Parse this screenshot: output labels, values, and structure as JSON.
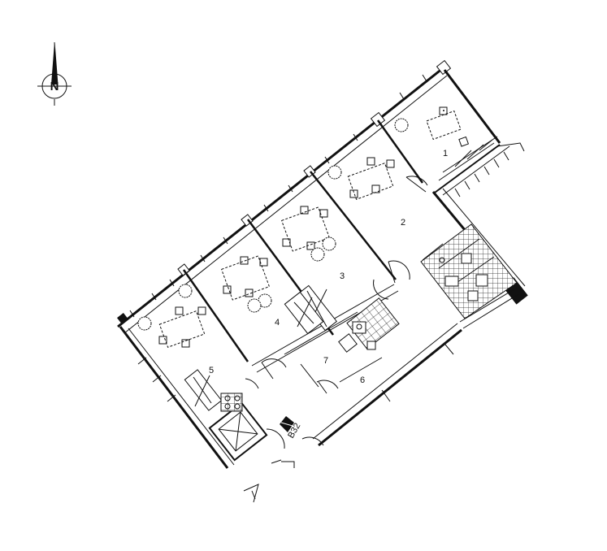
{
  "compass": {
    "north_label": "N"
  },
  "rooms": [
    {
      "id": "room-1",
      "label": "1"
    },
    {
      "id": "room-2",
      "label": "2"
    },
    {
      "id": "room-3",
      "label": "3"
    },
    {
      "id": "room-4",
      "label": "4"
    },
    {
      "id": "room-5",
      "label": "5"
    },
    {
      "id": "room-6",
      "label": "6"
    },
    {
      "id": "room-7",
      "label": "7"
    }
  ],
  "stair_marker": {
    "label": "B32"
  }
}
